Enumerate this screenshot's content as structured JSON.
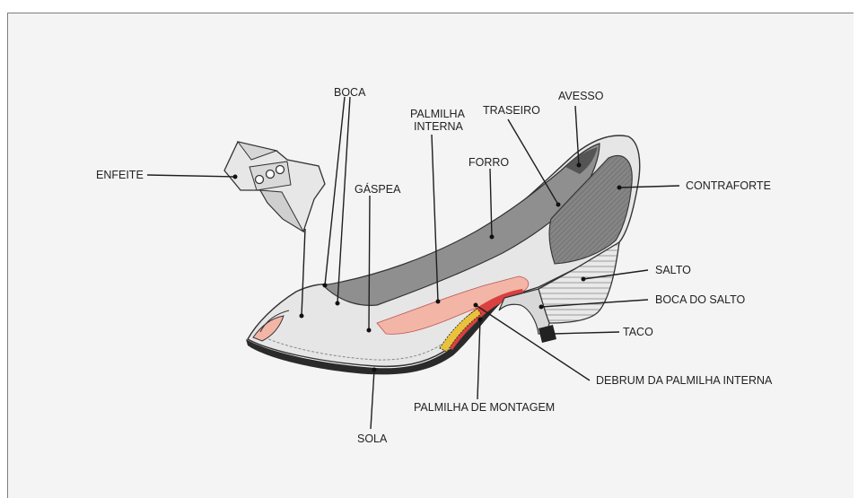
{
  "labels": {
    "boca": "BOCA",
    "palmilha_interna_1": "PALMILHA",
    "palmilha_interna_2": "INTERNA",
    "traseiro": "TRASEIRO",
    "avesso": "AVESSO",
    "forro": "FORRO",
    "enfeite": "ENFEITE",
    "gaspea": "GÁSPEA",
    "contraforte": "CONTRAFORTE",
    "salto": "SALTO",
    "boca_do_salto": "BOCA DO SALTO",
    "taco": "TACO",
    "debrum": "DEBRUM DA PALMILHA INTERNA",
    "palmilha_montagem": "PALMILHA DE MONTAGEM",
    "sola": "SOLA"
  },
  "colors": {
    "page_bg": "#f4f4f4",
    "shoe_outer": "#e6e6e6",
    "lining": "#8f8f8f",
    "counter": "#7a7a7a",
    "insole_red": "#d94040",
    "insole_pink": "#f3b5a6",
    "welt_yellow": "#e8c23c",
    "sole_dark": "#2a2a2a"
  }
}
